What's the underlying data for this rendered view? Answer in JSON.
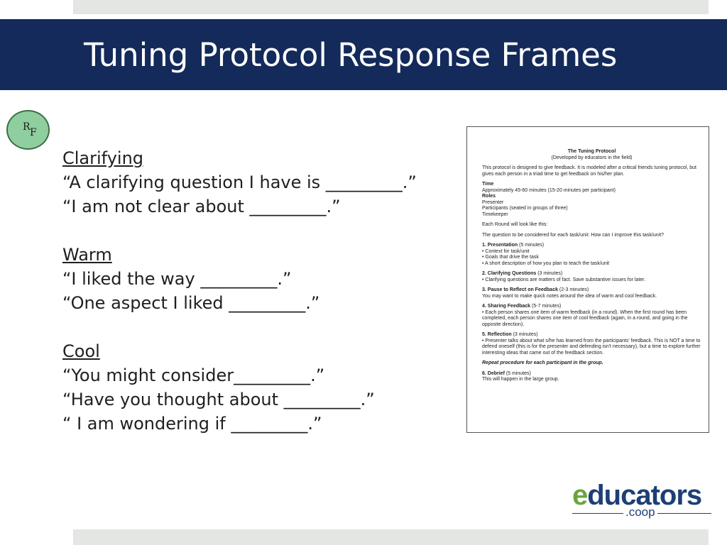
{
  "slide": {
    "title": "Tuning Protocol Response Frames"
  },
  "badge": {
    "r": "R",
    "f": "F"
  },
  "frames": [
    {
      "heading": "Clarifying",
      "lines": [
        "“A clarifying question I have is _________.”",
        "“I am not clear about _________.”"
      ]
    },
    {
      "heading": "Warm",
      "lines": [
        "“I liked the way _________.”",
        "“One aspect I liked _________.”"
      ]
    },
    {
      "heading": "Cool",
      "lines": [
        "“You might consider_________.”",
        "“Have you thought about _________.”",
        "“ I am wondering if _________.”"
      ]
    }
  ],
  "document": {
    "title": "The Tuning Protocol",
    "subtitle": "(Developed by educators in the field)",
    "intro": "This protocol is designed to give feedback. It is modeled after a critical friends tuning protocol, but gives each person in a triad time to get feedback on his/her plan.",
    "time_heading": "Time",
    "time_text": "Approximately 45-60 minutes (15-20 minutes per participant)",
    "roles_heading": "Roles",
    "roles": [
      "Presenter",
      "Participants (seated in groups of three)",
      "Timekeeper"
    ],
    "round_text": "Each Round will look like this:",
    "question_text": "The question to be considered for each task/unit:  How can I improve this task/unit?",
    "s1_heading": "1. Presentation",
    "s1_time": " (5 minutes)",
    "s1_items": [
      "• Context for task/unit",
      "• Goals that drive the task",
      "• A short description of how you plan to teach the task/unit"
    ],
    "s2_heading": "2. Clarifying Questions",
    "s2_time": " (3 minutes)",
    "s2_text": "• Clarifying questions are matters of fact. Save substantive issues for later.",
    "s3_heading": "3. Pause to Reflect on Feedback",
    "s3_time": " (2-3 minutes)",
    "s3_text": "You may want to make quick notes around the idea of warm and cool feedback.",
    "s4_heading": "4. Sharing Feedback",
    "s4_time": " (5-7 minutes)",
    "s4_text": "• Each person shares one item of warm feedback (in a round). When the first round has been completed, each person shares one item of cool feedback (again, in a round, and going in the opposite direction).",
    "s5_heading": "5. Reflection",
    "s5_time": " (3 minutes)",
    "s5_text": "• Presenter talks about what s/he has learned from the participants' feedback. This is NOT a time to defend oneself (this is for the presenter and defending isn't necessary), but a time to explore further interesting ideas that came out of the feedback section.",
    "repeat_text": "Repeat procedure for each participant in the group.",
    "s6_heading": "6. Debrief",
    "s6_time": " (5 minutes)",
    "s6_text": "This will happen in the large group."
  },
  "logo": {
    "e": "e",
    "rest": "ducators",
    "coop": ".coop"
  }
}
